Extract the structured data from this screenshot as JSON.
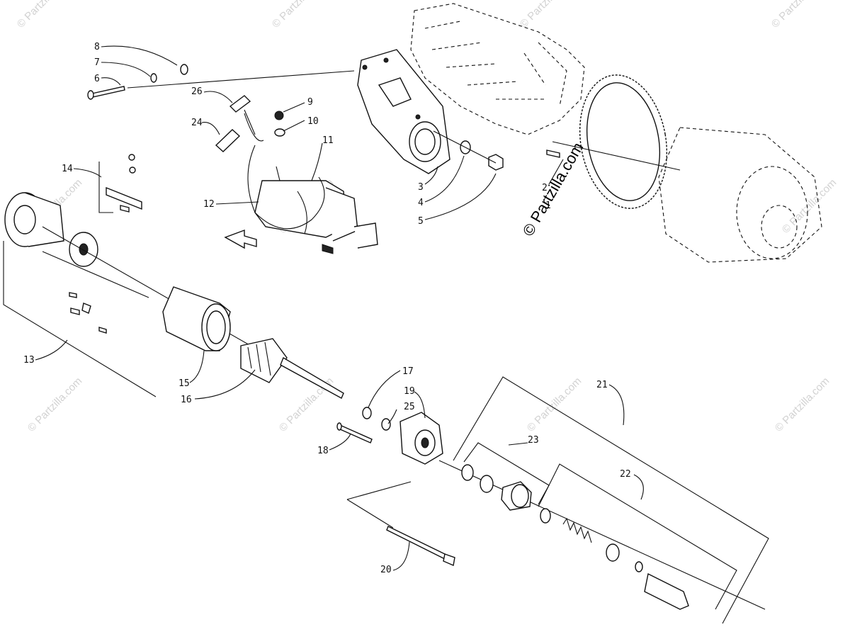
{
  "watermark": "© Partzilla.com",
  "watermark_center": "© Partzilla.com",
  "callouts": [
    "1",
    "2",
    "3",
    "4",
    "5",
    "6",
    "7",
    "8",
    "9",
    "10",
    "11",
    "12",
    "13",
    "14",
    "15",
    "16",
    "17",
    "18",
    "19",
    "20",
    "21",
    "22",
    "23",
    "24",
    "25",
    "26"
  ]
}
